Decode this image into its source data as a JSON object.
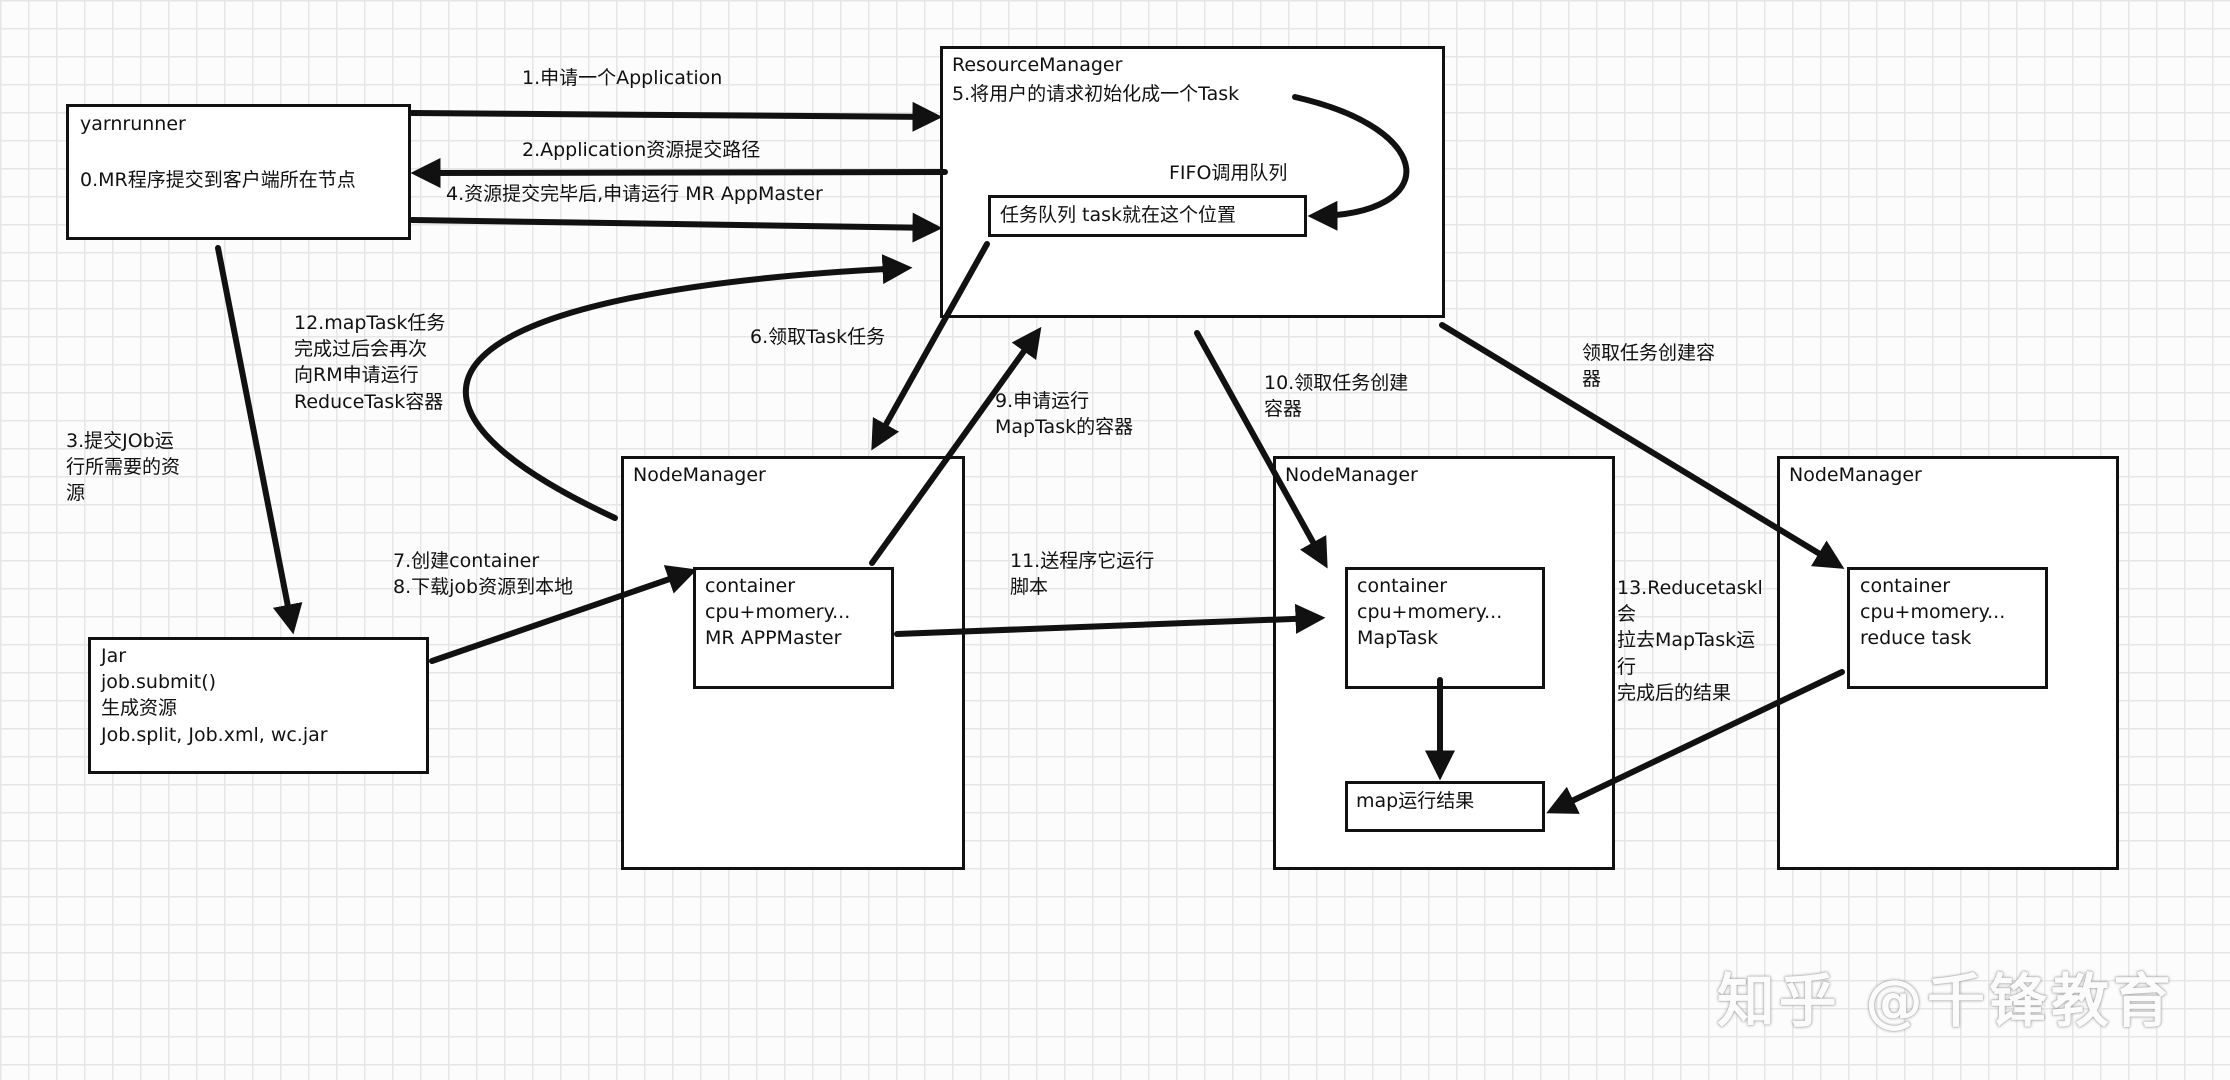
{
  "nodes": {
    "yarnrunner": {
      "title": "yarnrunner",
      "line": "0.MR程序提交到客户端所在节点"
    },
    "resource_manager": {
      "title": "ResourceManager",
      "step5": "5.将用户的请求初始化成一个Task",
      "fifo": "FIFO调用队列",
      "queue": "任务队列 task就在这个位置"
    },
    "jar": {
      "lines": "Jar\njob.submit()\n生成资源\nJob.split, Job.xml, wc.jar"
    },
    "node_manager_1": {
      "title": "NodeManager",
      "container": "container\ncpu+momery...\nMR APPMaster"
    },
    "node_manager_2": {
      "title": "NodeManager",
      "container": "container\ncpu+momery...\nMapTask",
      "result": "map运行结果"
    },
    "node_manager_3": {
      "title": "NodeManager",
      "container": "container\ncpu+momery...\nreduce task"
    }
  },
  "steps": {
    "s1": "1.申请一个Application",
    "s2": "2.Application资源提交路径",
    "s3": "3.提交JOb运\n行所需要的资\n源",
    "s4": "4.资源提交完毕后,申请运行 MR  AppMaster",
    "s6": "6.领取Task任务",
    "s7": "7.创建container\n8.下载job资源到本地",
    "s9": "9.申请运行\nMapTask的容器",
    "s10": "10.领取任务创建\n容器",
    "s11": "11.送程序它运行\n脚本",
    "s12": "12.mapTask任务\n完成过后会再次\n向RM申请运行\nReduceTask容器",
    "s13": "13.Reducetaskl\n会\n拉去MapTask运\n行\n完成后的结果",
    "claim": "领取任务创建容\n器"
  },
  "watermark": "知乎 @千锋教育"
}
